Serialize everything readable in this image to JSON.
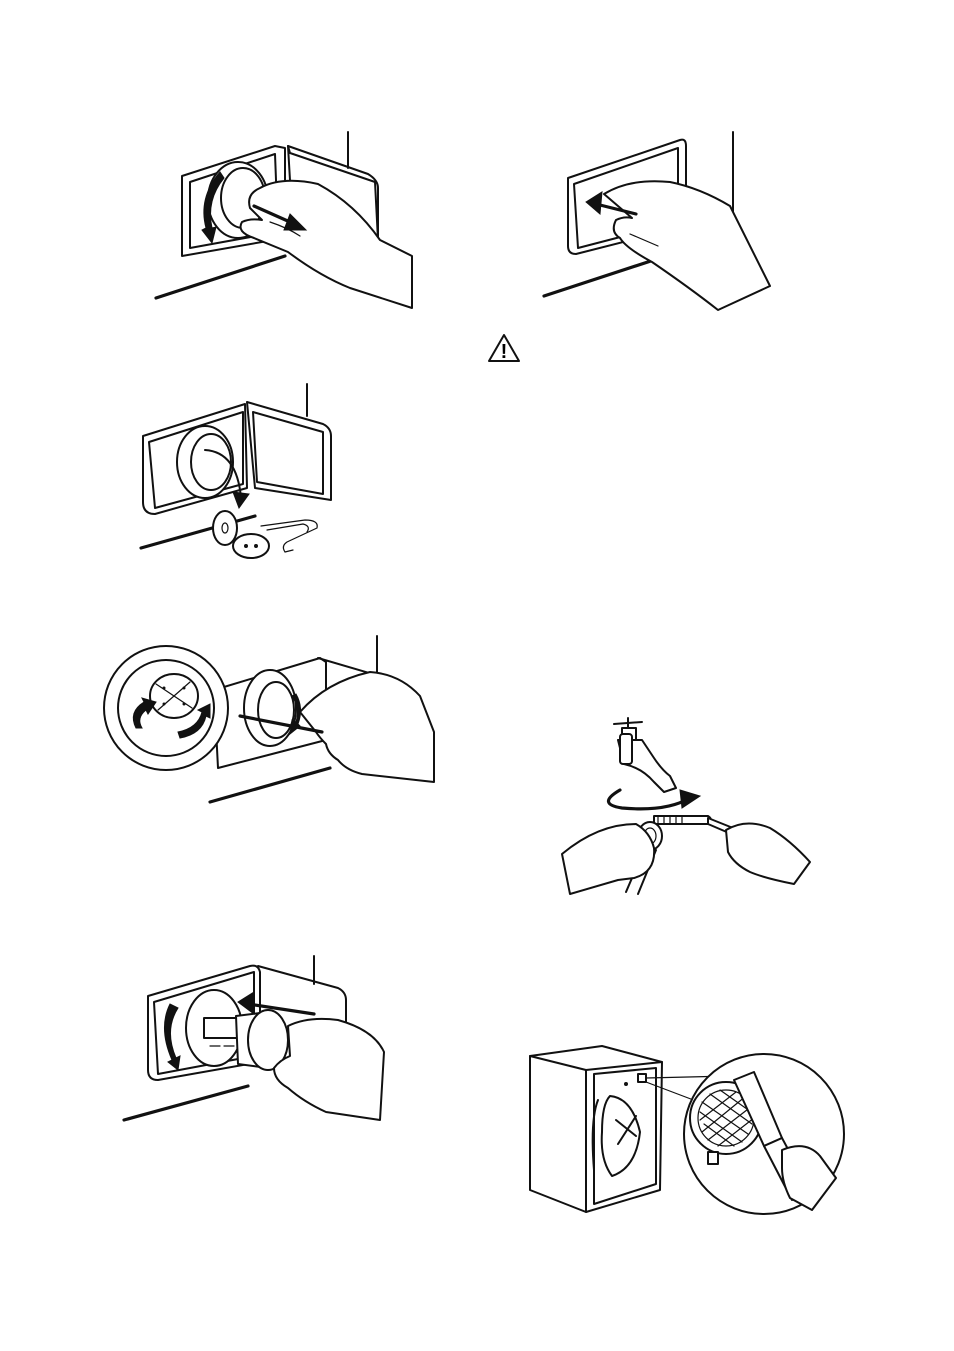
{
  "page": {
    "warning_icon": "warning-triangle-icon",
    "warning_symbol": "!",
    "figures": [
      {
        "id": "fig-1",
        "icon": "open-flap-unscrew-filter"
      },
      {
        "id": "fig-2",
        "icon": "close-flap"
      },
      {
        "id": "fig-3",
        "icon": "remove-foreign-objects"
      },
      {
        "id": "fig-4",
        "icon": "check-pump-impeller"
      },
      {
        "id": "fig-5",
        "icon": "refit-filter"
      },
      {
        "id": "fig-6",
        "icon": "clean-inlet-hose-filter"
      },
      {
        "id": "fig-7",
        "icon": "clean-valve-filter"
      }
    ]
  }
}
